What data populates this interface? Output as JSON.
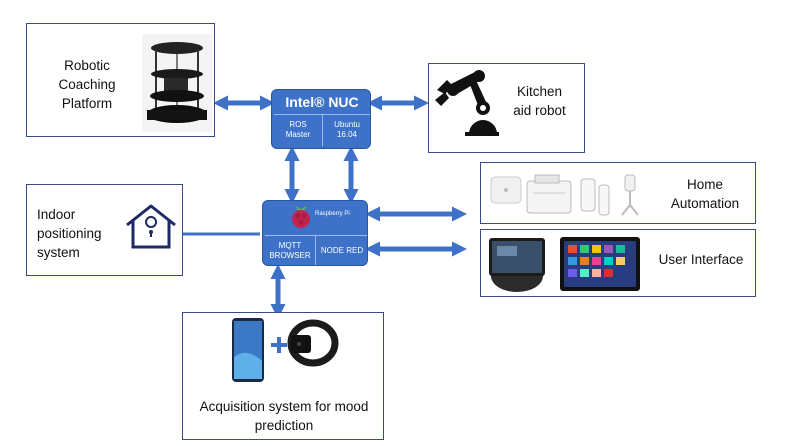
{
  "nodes": {
    "robotic_coaching": {
      "label": "Robotic\nCoaching\nPlatform"
    },
    "intel_nuc": {
      "title": "Intel® NUC",
      "cell_left": "ROS\nMaster",
      "cell_right": "Ubuntu\n16.04"
    },
    "kitchen_robot": {
      "label": "Kitchen\naid robot"
    },
    "indoor_positioning": {
      "label": "Indoor\npositioning\nsystem"
    },
    "raspberry_hub": {
      "logo_text": "Raspberry Pi",
      "cell_left": "MQTT\nBROWSER",
      "cell_right": "NODE RED"
    },
    "home_automation": {
      "label": "Home\nAutomation"
    },
    "user_interface": {
      "label": "User Interface"
    },
    "acquisition": {
      "label": "Acquisition system for mood\nprediction"
    }
  },
  "colors": {
    "hub": "#3d72c8",
    "arrow": "#3d72c8",
    "border": "#3b4a8a"
  },
  "icons": [
    "robot-platform-icon",
    "robot-arm-icon",
    "home-location-icon",
    "raspberry-icon",
    "sensors-icon",
    "smart-display-icon",
    "tablet-icon",
    "smartphone-icon",
    "plus-icon",
    "wristband-icon"
  ]
}
